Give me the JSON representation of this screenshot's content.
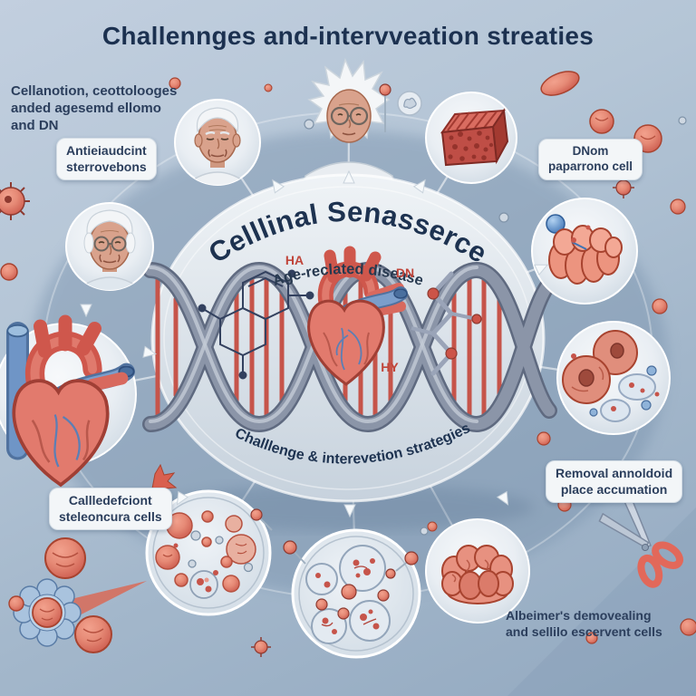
{
  "title": "Challennges and-intervveation streaties",
  "center": {
    "arc_title": "Celllinal Senasserce",
    "arc_subtitle": "Age-reclated disease",
    "arc_bottom": "Challlenge & interevetion strategies",
    "molecule_labels": {
      "ha": "HA",
      "dn": "DN",
      "hy": "HY"
    }
  },
  "labels": {
    "top_left": {
      "line1": "Cellanotion, ceottolooges",
      "line2": "anded agesemd ellomo",
      "line3": "and DN"
    },
    "antioxidant": {
      "line1": "Antieiaudcint",
      "line2": "sterrovebons"
    },
    "dna_cell": {
      "line1": "DNom",
      "line2": "paparrono cell"
    },
    "removal": {
      "line1": "Removal annoldoid",
      "line2": "place accumation"
    },
    "deficient": {
      "line1": "Callledefciont",
      "line2": "steleoncura cells"
    },
    "alzheimer": {
      "line1": "Albeimer's demovealing",
      "line2": "and sellilo escervent cells"
    }
  },
  "illustrations": {
    "center": "anatomical-heart-with-dna-helix-and-molecules",
    "top_center": "elderly-woman-portrait",
    "top_left": "elderly-man-portrait",
    "left": "elderly-man-with-glasses-portrait",
    "top_right": "porous-tissue-cube",
    "right_upper": "senescent-cell-cluster",
    "right_lower": "donut-cells-with-vesicles",
    "left_lower": "anatomical-heart-with-vessels",
    "bottom_left": "petri-dish-with-cells",
    "bottom_center": "petri-dish-with-large-cells",
    "bottom_right": "brain-like-cell-mass",
    "far_right": "scissors"
  },
  "colors": {
    "background": "#a9bccf",
    "navy_text": "#1d3250",
    "red_accent": "#c9564a",
    "plate": "#e9eef3",
    "skin": "#d9a28c",
    "dna_strand": "#8b95a8",
    "blue_vessel": "#7b9ecb"
  }
}
